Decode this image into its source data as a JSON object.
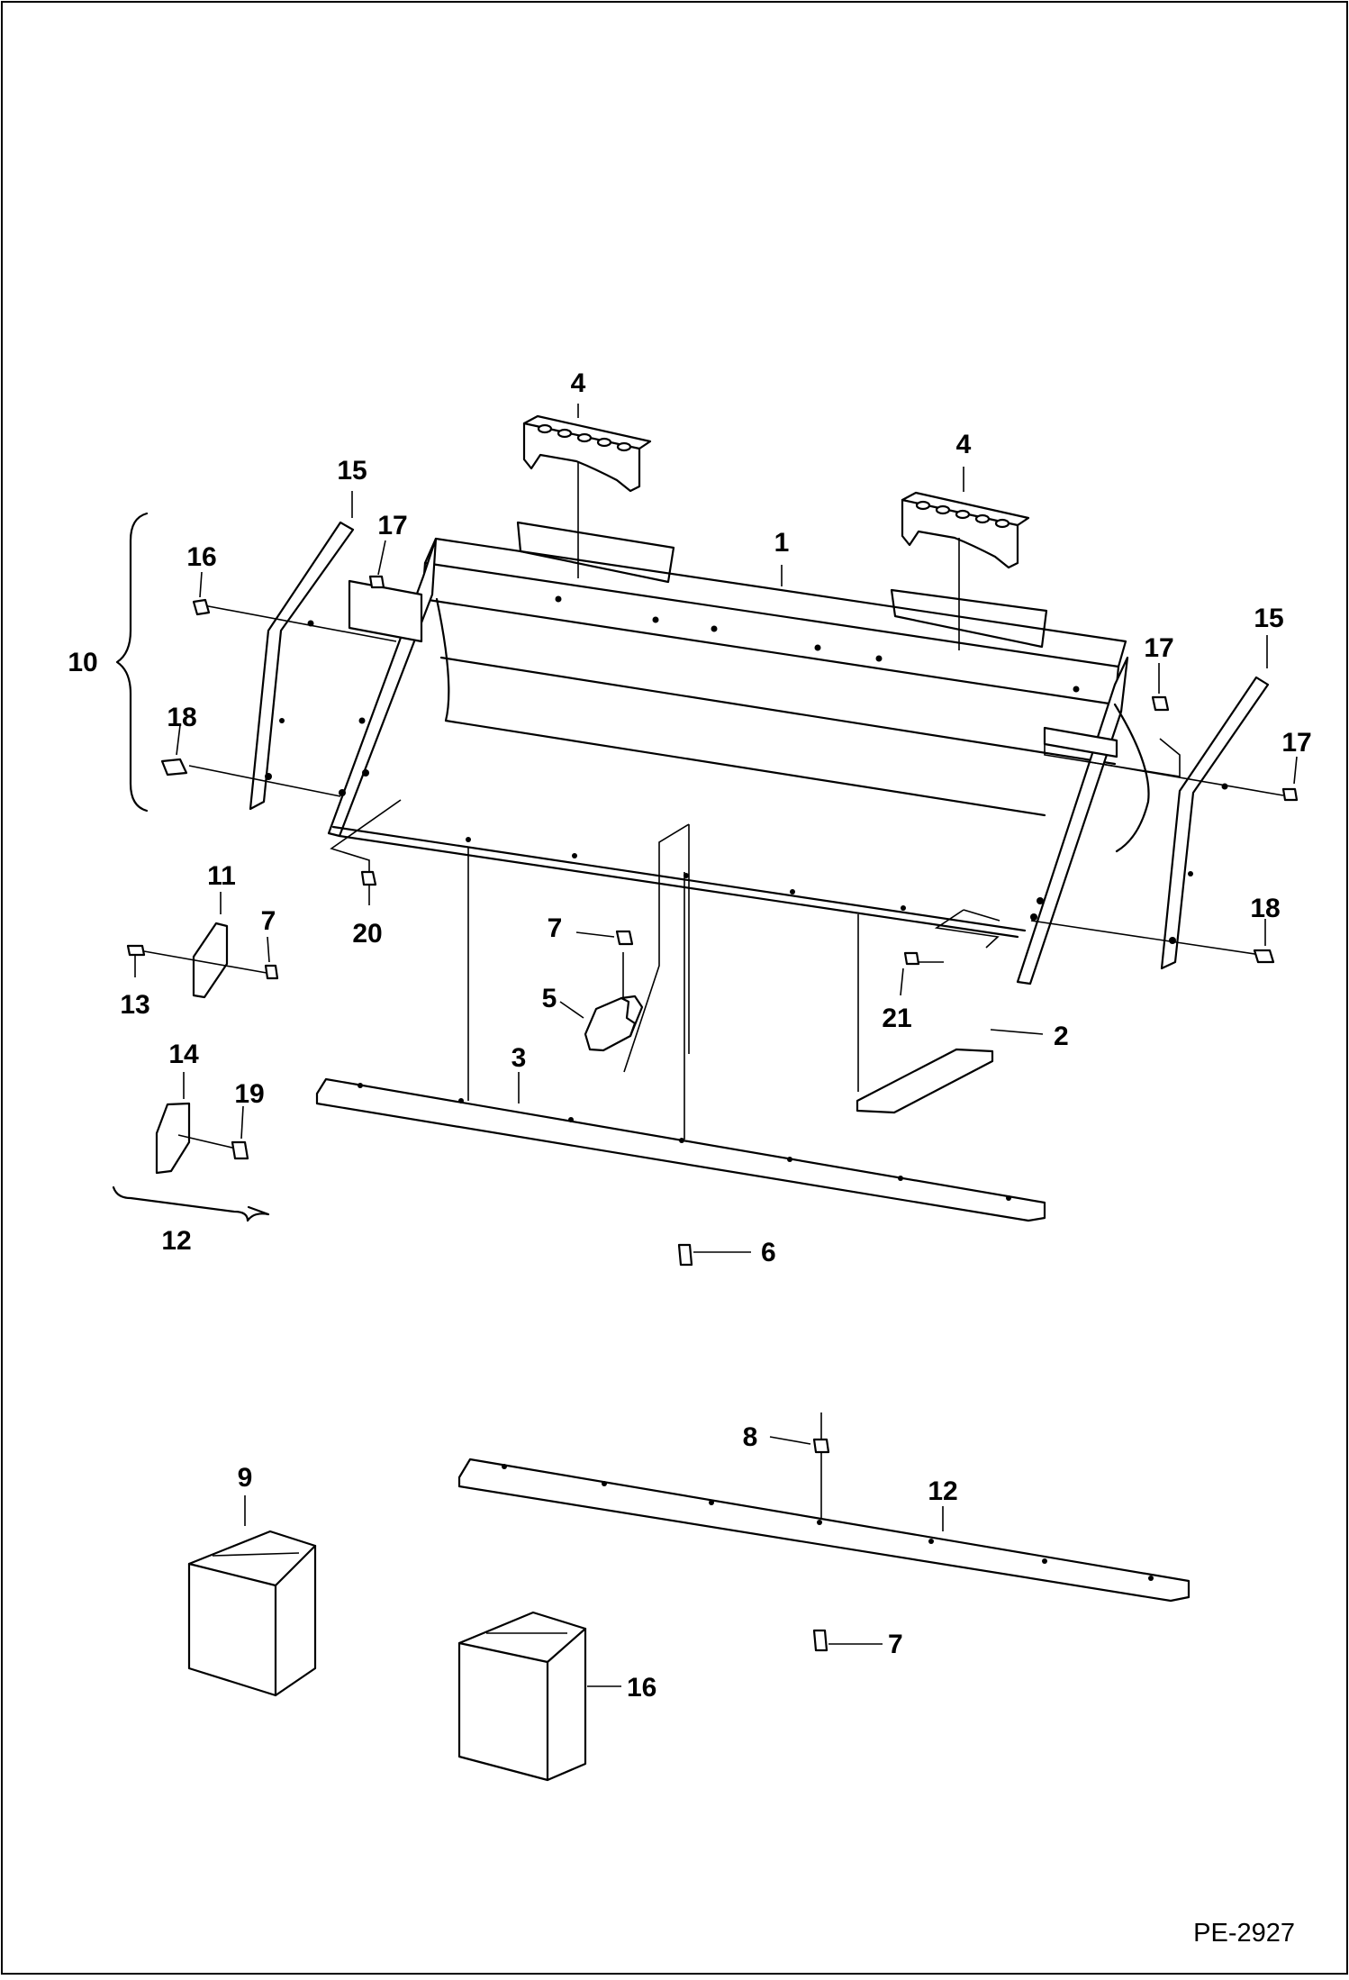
{
  "diagram": {
    "figure_code": "PE-2927",
    "callouts": [
      {
        "id": "c1",
        "label": "1"
      },
      {
        "id": "c2",
        "label": "2"
      },
      {
        "id": "c3",
        "label": "3"
      },
      {
        "id": "c4a",
        "label": "4"
      },
      {
        "id": "c4b",
        "label": "4"
      },
      {
        "id": "c5",
        "label": "5"
      },
      {
        "id": "c6",
        "label": "6"
      },
      {
        "id": "c7a",
        "label": "7"
      },
      {
        "id": "c7b",
        "label": "7"
      },
      {
        "id": "c7c",
        "label": "7"
      },
      {
        "id": "c8",
        "label": "8"
      },
      {
        "id": "c9",
        "label": "9"
      },
      {
        "id": "c10",
        "label": "10"
      },
      {
        "id": "c11",
        "label": "11"
      },
      {
        "id": "c12a",
        "label": "12"
      },
      {
        "id": "c12b",
        "label": "12"
      },
      {
        "id": "c13",
        "label": "13"
      },
      {
        "id": "c14",
        "label": "14"
      },
      {
        "id": "c15a",
        "label": "15"
      },
      {
        "id": "c15b",
        "label": "15"
      },
      {
        "id": "c16a",
        "label": "16"
      },
      {
        "id": "c16b",
        "label": "16"
      },
      {
        "id": "c17a",
        "label": "17"
      },
      {
        "id": "c17b",
        "label": "17"
      },
      {
        "id": "c17c",
        "label": "17"
      },
      {
        "id": "c18a",
        "label": "18"
      },
      {
        "id": "c18b",
        "label": "18"
      },
      {
        "id": "c19",
        "label": "19"
      },
      {
        "id": "c20",
        "label": "20"
      },
      {
        "id": "c21",
        "label": "21"
      }
    ]
  }
}
